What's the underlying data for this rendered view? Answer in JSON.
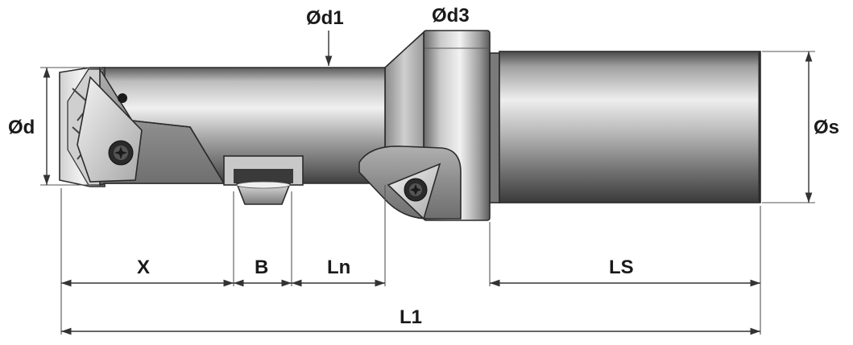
{
  "diagram": {
    "dimensions": {
      "d": "Ød",
      "d1": "Ød1",
      "d3": "Ød3",
      "s": "Øs",
      "x": "X",
      "b": "B",
      "ln": "Ln",
      "ls": "LS",
      "l1": "L1"
    },
    "colors": {
      "metal_dark": "#4a4a4a",
      "metal_mid": "#9a9a9a",
      "metal_light": "#e6e6e6",
      "insert": "#d8d8d8",
      "line": "#333333"
    }
  }
}
